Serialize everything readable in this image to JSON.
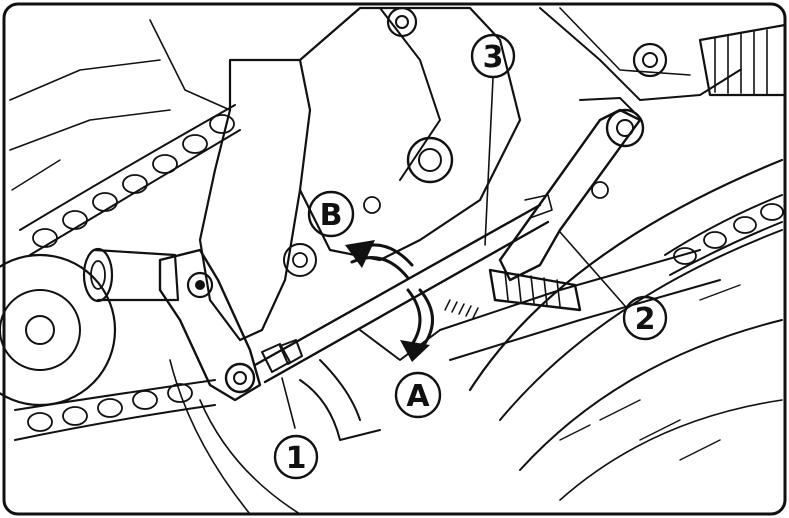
{
  "callouts": {
    "num1": "1",
    "num2": "2",
    "num3": "3",
    "letterA": "A",
    "letterB": "B"
  },
  "colors": {
    "ink": "#111111",
    "paper": "#ffffff"
  }
}
